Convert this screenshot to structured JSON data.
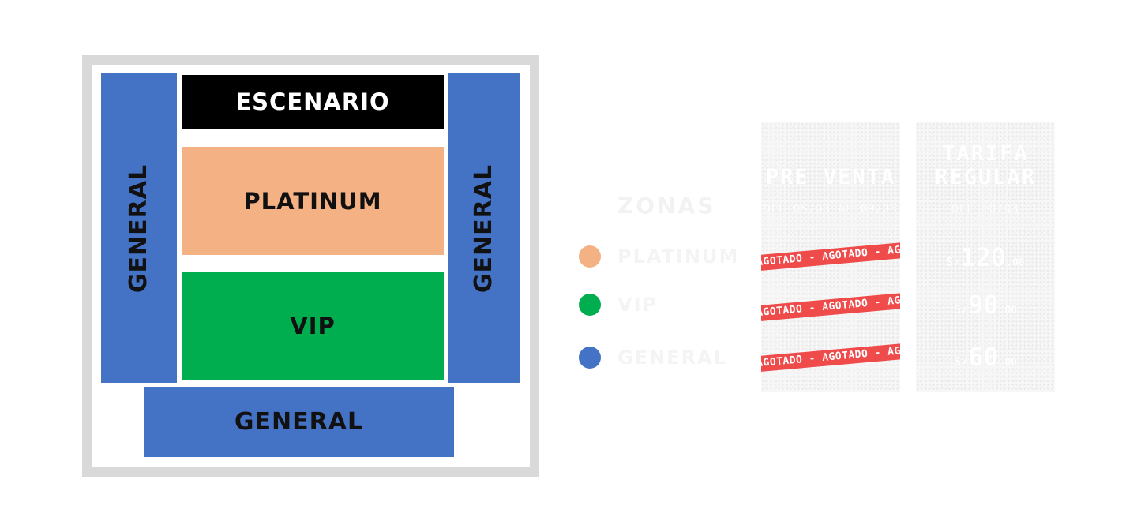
{
  "venue_map": {
    "stage_label": "ESCENARIO",
    "platinum_label": "PLATINUM",
    "vip_label": "VIP",
    "general_left_label": "GENERAL",
    "general_right_label": "GENERAL",
    "general_bottom_label": "GENERAL",
    "colors": {
      "border": "#d9d9d9",
      "stage": "#000000",
      "platinum": "#f4b183",
      "vip": "#00ad4f",
      "general": "#4472c4"
    }
  },
  "legend": {
    "title": "ZONAS",
    "items": [
      {
        "label": "PLATINUM",
        "color": "#f4b183"
      },
      {
        "label": "VIP",
        "color": "#00ad4f"
      },
      {
        "label": "GENERAL",
        "color": "#4472c4"
      }
    ]
  },
  "pricing": {
    "presale": {
      "title": "PRE VENTA",
      "subtitle": "DEL 05/03 AL 09/03",
      "sold_out_text": "AGOTADO - AGOTADO - AGOTADO",
      "rows": 3
    },
    "regular": {
      "title_line1": "TARIFA",
      "title_line2": "REGULAR",
      "subtitle": "DEL 10/03",
      "prices": [
        {
          "currency": "S/",
          "amount": "120",
          "cents": ".00"
        },
        {
          "currency": "S/",
          "amount": "90",
          "cents": ".00"
        },
        {
          "currency": "S/",
          "amount": "60",
          "cents": ".00"
        }
      ],
      "ribbon_color": "#ef4b4b"
    }
  }
}
